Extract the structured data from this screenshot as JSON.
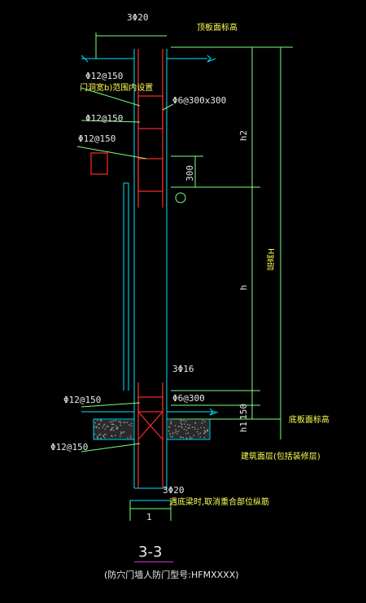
{
  "labels": {
    "top_rebar": "3Φ20",
    "top_level": "顶板面标高",
    "phi12_150_a": "Φ12@150",
    "opening_note": "门洞宽b)范围内设置",
    "stirrup_top": "Φ6@300x300",
    "phi12_150_b": "Φ12@150",
    "phi12_150_c": "Φ12@150",
    "dim_300": "300",
    "h2": "h2",
    "h": "h",
    "room_height": "层高H",
    "mid_rebar": "3Φ16",
    "phi12_150_d": "Φ12@150",
    "stirrup_bottom": "Φ6@300",
    "dim_150": "150",
    "dim_h1": "h1",
    "floor_level": "底板面标高",
    "phi12_150_e": "Φ12@150",
    "finish_level": "建筑面层(包括装修层)",
    "bottom_rebar": "3Φ20",
    "note_bottom": "遇底梁时,取消重合部位纵筋",
    "dim_1": "1",
    "section_title": "3-3",
    "section_subtitle": "(防穴门墙人防门型号:HFMXXXX)"
  },
  "colors": {
    "background": "#000000",
    "wall_outline": "#00e5ff",
    "rebar": "#ff2a2a",
    "dimension": "#7cff7c",
    "text": "#e8e8e8",
    "note_text": "#ffff55",
    "underline": "#cc33cc"
  }
}
